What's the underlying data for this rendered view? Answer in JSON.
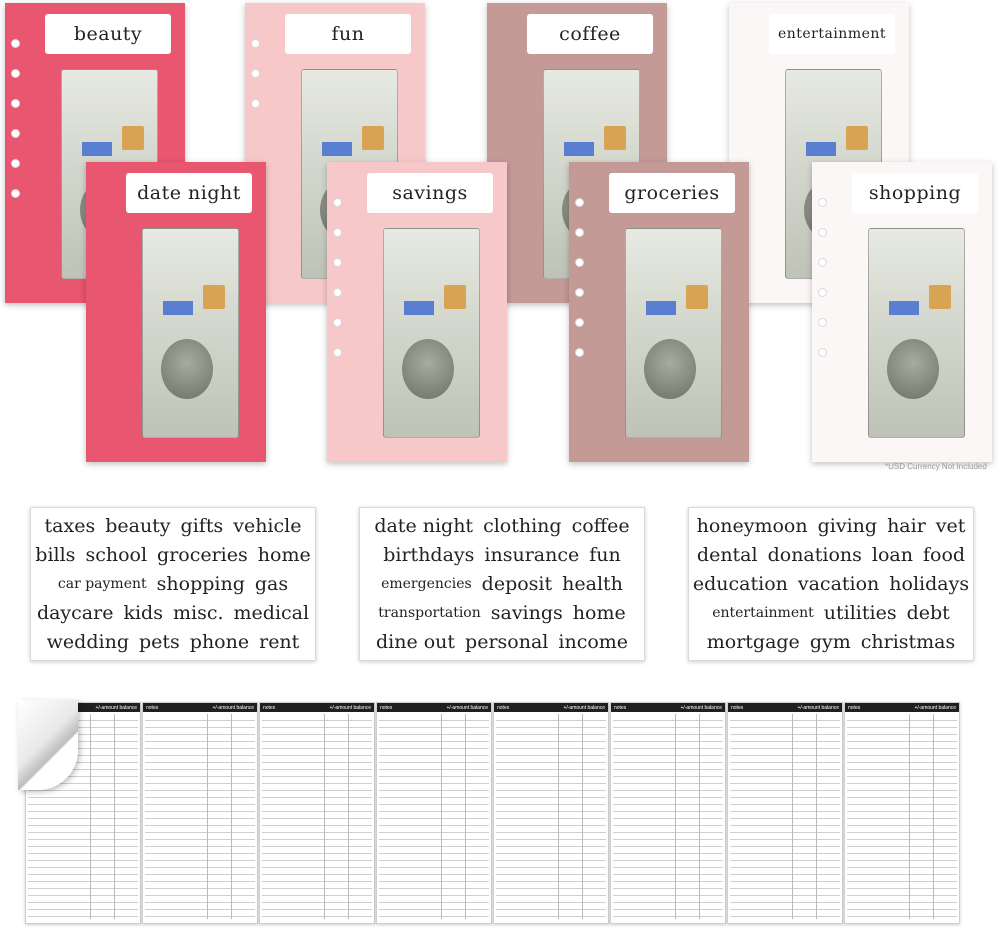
{
  "envelopes": [
    {
      "label": "beauty",
      "pattern": "coral-leaves",
      "color": "#e8566f"
    },
    {
      "label": "fun",
      "pattern": "pink-flowers",
      "color": "#f7c8c9"
    },
    {
      "label": "coffee",
      "pattern": "dusty-rose-flowers",
      "color": "#c49a97"
    },
    {
      "label": "entertainment",
      "pattern": "white-flowers",
      "color": "#fbf7f6"
    },
    {
      "label": "date night",
      "pattern": "coral-leaves",
      "color": "#e8566f"
    },
    {
      "label": "savings",
      "pattern": "pink-flowers",
      "color": "#f7c8c9"
    },
    {
      "label": "groceries",
      "pattern": "dusty-rose-flowers",
      "color": "#c49a97"
    },
    {
      "label": "shopping",
      "pattern": "white-flowers",
      "color": "#fbf7f6"
    }
  ],
  "disclaimer": "*USD Currency Not Included",
  "word_cards": [
    {
      "rows": [
        [
          "taxes",
          "beauty",
          "gifts",
          "vehicle"
        ],
        [
          "bills",
          "school",
          "groceries",
          "home"
        ],
        [
          "car payment",
          "shopping",
          "gas"
        ],
        [
          "daycare",
          "kids",
          "misc.",
          "medical"
        ],
        [
          "wedding",
          "pets",
          "phone",
          "rent"
        ]
      ]
    },
    {
      "rows": [
        [
          "date night",
          "clothing",
          "coffee"
        ],
        [
          "birthdays",
          "insurance",
          "fun"
        ],
        [
          "emergencies",
          "deposit",
          "health"
        ],
        [
          "transportation",
          "savings",
          "home"
        ],
        [
          "dine out",
          "personal",
          "income"
        ]
      ]
    },
    {
      "rows": [
        [
          "honeymoon",
          "giving",
          "hair",
          "vet"
        ],
        [
          "dental",
          "donations",
          "loan",
          "food"
        ],
        [
          "education",
          "vacation",
          "holidays"
        ],
        [
          "entertainment",
          "utilities",
          "debt"
        ],
        [
          "mortgage",
          "gym",
          "christmas"
        ]
      ]
    }
  ],
  "register_header": {
    "notes": "notes",
    "amount": "+/-amount",
    "balance": "balance"
  },
  "register_count": 8
}
